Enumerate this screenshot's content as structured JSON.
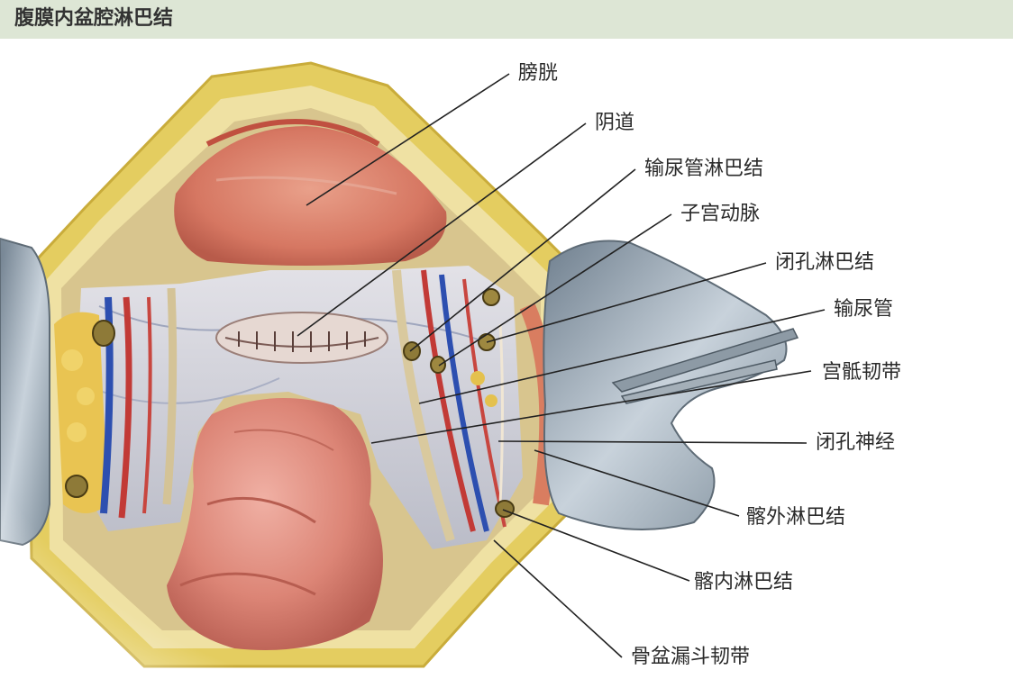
{
  "header": {
    "title": "腹膜内盆腔淋巴结"
  },
  "labels": [
    "膀胱",
    "阴道",
    "输尿管淋巴结",
    "子宫动脉",
    "闭孔淋巴结",
    "输尿管",
    "宫骶韧带",
    "闭孔神经",
    "髂外淋巴结",
    "髂内淋巴结",
    "骨盆漏斗韧带"
  ],
  "colors": {
    "header_bg": "#dde6d5",
    "fat": "#e7cf5a",
    "bladder": "#d9826a",
    "tissue": "#c9c9d6",
    "uterus": "#d98075",
    "retractor": "#9aa7b3",
    "line": "#222222"
  },
  "icons": [
    "forceps-icon",
    "retractor-icon"
  ]
}
